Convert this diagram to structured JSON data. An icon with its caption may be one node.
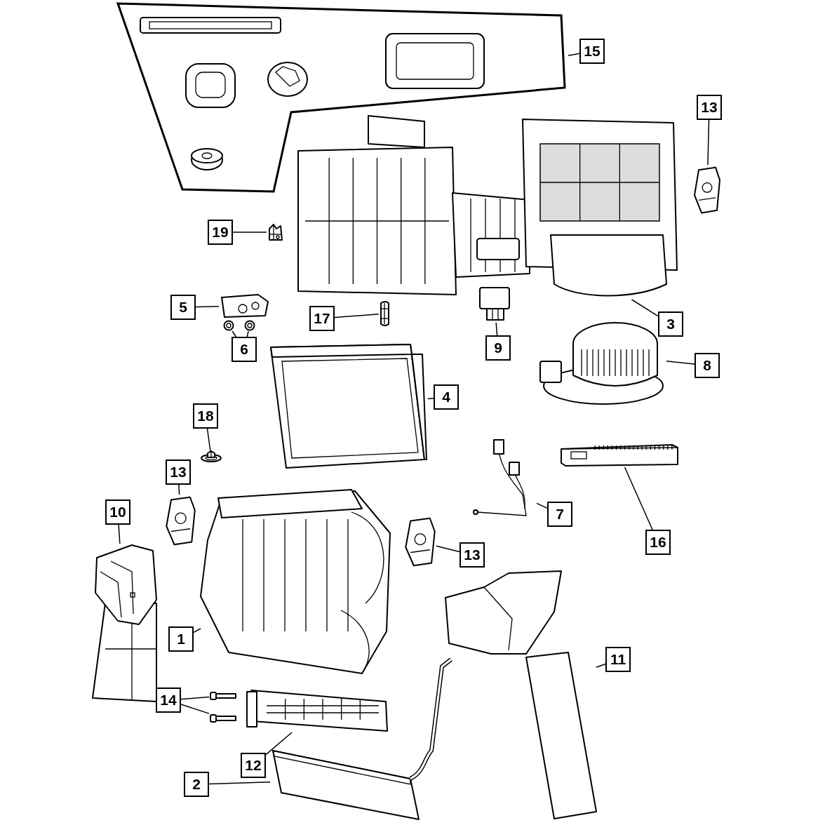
{
  "diagram": {
    "nodes": [
      {
        "text": [
          "15"
        ]
      },
      {
        "text": [],
        "shape": "picture"
      },
      {
        "text": [
          "13"
        ]
      },
      {
        "text": [],
        "shape": "picture"
      },
      {
        "text": [
          "19"
        ]
      },
      {
        "text": [],
        "shape": "picture"
      },
      {
        "text": [],
        "shape": "picture"
      },
      {
        "text": [
          "3"
        ]
      },
      {
        "text": [
          "5"
        ]
      },
      {
        "text": [],
        "shape": "picture"
      },
      {
        "text": [
          "6"
        ]
      },
      {
        "text": [],
        "shape": "picture"
      },
      {
        "text": [],
        "shape": "picture"
      },
      {
        "text": [
          "17"
        ]
      },
      {
        "text": [],
        "shape": "picture"
      },
      {
        "text": [
          "9"
        ]
      },
      {
        "text": [],
        "shape": "picture"
      },
      {
        "text": [
          "8"
        ]
      },
      {
        "text": [],
        "shape": "picture"
      },
      {
        "text": [
          "4"
        ]
      },
      {
        "text": [],
        "shape": "picture"
      },
      {
        "text": [
          "18"
        ]
      },
      {
        "text": [],
        "shape": "picture"
      },
      {
        "text": [
          "13"
        ]
      },
      {
        "text": [],
        "shape": "picture"
      },
      {
        "text": [
          "10"
        ]
      },
      {
        "text": [],
        "shape": "picture"
      },
      {
        "text": [
          "7"
        ]
      },
      {
        "text": [],
        "shape": "picture"
      },
      {
        "text": [
          "16"
        ]
      },
      {
        "text": [],
        "shape": "picture"
      },
      {
        "text": [
          "13"
        ]
      },
      {
        "text": [],
        "shape": "picture"
      },
      {
        "text": [
          "1"
        ]
      },
      {
        "text": [],
        "shape": "picture"
      },
      {
        "text": [
          "11"
        ]
      },
      {
        "text": [],
        "shape": "picture"
      },
      {
        "text": [
          "14"
        ]
      },
      {
        "text": [],
        "shape": "picture"
      },
      {
        "text": [],
        "shape": "picture"
      },
      {
        "text": [
          "12"
        ]
      },
      {
        "text": [],
        "shape": "picture"
      },
      {
        "text": [
          "2"
        ]
      },
      {
        "text": [],
        "shape": "picture"
      }
    ],
    "edges": [
      {
        "from": 0,
        "to": 1,
        "arrow": "none"
      },
      {
        "from": 2,
        "to": 3,
        "arrow": "none"
      },
      {
        "from": 4,
        "to": 5,
        "arrow": "none"
      },
      {
        "from": 7,
        "to": 6,
        "arrow": "none"
      },
      {
        "from": 8,
        "to": 9,
        "arrow": "none"
      },
      {
        "from": 10,
        "to": 11,
        "arrow": "none"
      },
      {
        "from": 10,
        "to": 12,
        "arrow": "none"
      },
      {
        "from": 13,
        "to": 14,
        "arrow": "none"
      },
      {
        "from": 15,
        "to": 16,
        "arrow": "none"
      },
      {
        "from": 17,
        "to": 18,
        "arrow": "none"
      },
      {
        "from": 19,
        "to": 20,
        "arrow": "none"
      },
      {
        "from": 21,
        "to": 22,
        "arrow": "none"
      },
      {
        "from": 23,
        "to": 24,
        "arrow": "none"
      },
      {
        "from": 25,
        "to": 26,
        "arrow": "none"
      },
      {
        "from": 27,
        "to": 28,
        "arrow": "none"
      },
      {
        "from": 29,
        "to": 30,
        "arrow": "none"
      },
      {
        "from": 31,
        "to": 32,
        "arrow": "none"
      },
      {
        "from": 33,
        "to": 34,
        "arrow": "none"
      },
      {
        "from": 35,
        "to": 36,
        "arrow": "none"
      },
      {
        "from": 37,
        "to": 38,
        "arrow": "none"
      },
      {
        "from": 37,
        "to": 39,
        "arrow": "none"
      },
      {
        "from": 40,
        "to": 41,
        "arrow": "none"
      },
      {
        "from": 42,
        "to": 43,
        "arrow": "none"
      }
    ]
  }
}
